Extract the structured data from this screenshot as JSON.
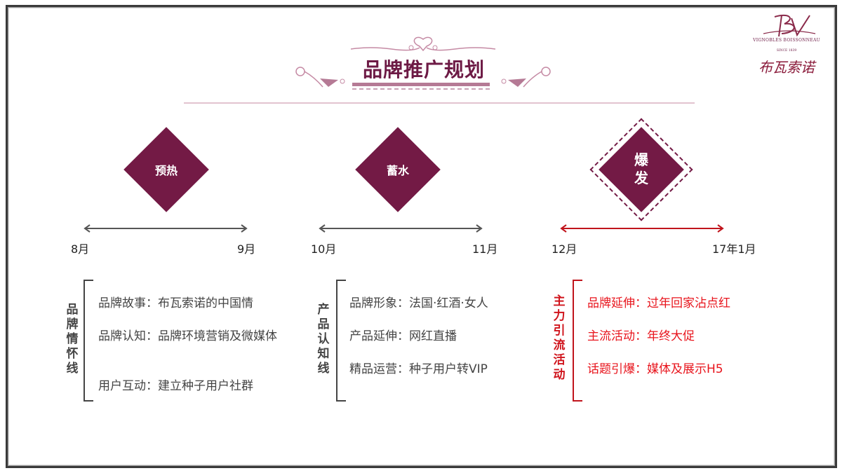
{
  "header": {
    "title": "品牌推广规划",
    "logo": {
      "monogram": "BV",
      "line1": "VIGNOBLES BOISSONNEAU",
      "line2": "SINCE 1839",
      "chinese_name": "布瓦索诺"
    }
  },
  "colors": {
    "brand": "#731a45",
    "accent_red": "#e8141c",
    "text_gray": "#444444",
    "arrow_gray": "#555555",
    "arrow_red": "#c0141c"
  },
  "phases": [
    {
      "label": "预热",
      "start": "8月",
      "end": "9月",
      "group_label": "品牌情怀线",
      "group_chars": [
        "品",
        "牌",
        "情",
        "怀",
        "线"
      ],
      "items": [
        "品牌故事：布瓦索诺的中国情",
        "品牌认知：品牌环境营销及微媒体",
        "用户互动：建立种子用户社群"
      ]
    },
    {
      "label": "蓄水",
      "start": "10月",
      "end": "11月",
      "group_label": "产品认知线",
      "group_chars": [
        "产",
        "品",
        "认",
        "知",
        "线"
      ],
      "items": [
        "品牌形象：法国·红酒·女人",
        "产品延伸：网红直播",
        "精品运营：种子用户转VIP"
      ]
    },
    {
      "label_line1": "爆",
      "label_line2": "发",
      "start": "12月",
      "end": "17年1月",
      "highlight": true,
      "group_label": "主力引流活动",
      "group_chars": [
        "主",
        "力",
        "引",
        "流",
        "活",
        "动"
      ],
      "items": [
        "品牌延伸：过年回家沾点红",
        "主流活动：年终大促",
        "话题引爆：媒体及展示H5"
      ]
    }
  ]
}
